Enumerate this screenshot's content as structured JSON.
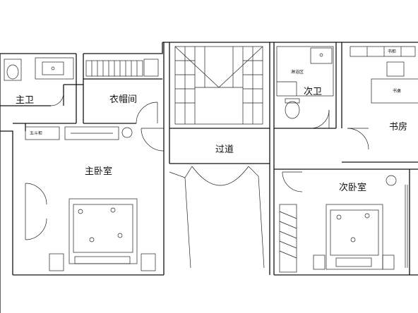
{
  "rooms": {
    "master_bath": "主卫",
    "cloakroom": "衣帽间",
    "master_bedroom": "主卧室",
    "corridor": "过道",
    "second_bath": "次卫",
    "study": "书房",
    "second_bedroom": "次卧室"
  },
  "fixtures": {
    "dresser": "五斗柜",
    "shower_area": "淋浴区",
    "cabinet": "书柜",
    "desk": "书桌"
  }
}
